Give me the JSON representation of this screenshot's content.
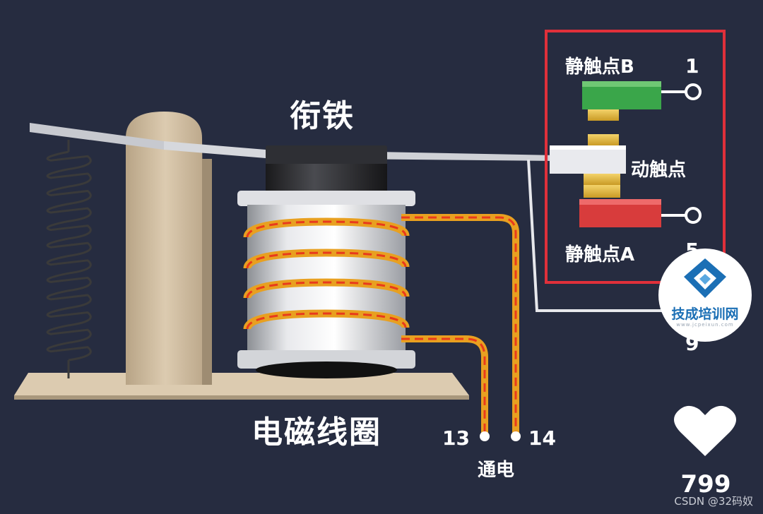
{
  "labels": {
    "armature": "衔铁",
    "coil": "电磁线圈",
    "nc_contact": "静触点B",
    "moving_contact": "动触点",
    "no_contact": "静触点A",
    "power": "通电"
  },
  "terminals": {
    "t1": "1",
    "t5": "5",
    "t9": "9",
    "t13": "13",
    "t14": "14"
  },
  "logo": {
    "name": "技成培训网",
    "sub": "www.jcpeixun.com"
  },
  "likes": {
    "count": "799"
  },
  "watermark": "CSDN @32码奴",
  "colors": {
    "background": "#262c40",
    "highlight_box": "#e0303a",
    "contact_b": "#3aa64a",
    "contact_a": "#d83c3c",
    "coil_wire": "#e8a020",
    "current_dash": "#e83a1c"
  }
}
